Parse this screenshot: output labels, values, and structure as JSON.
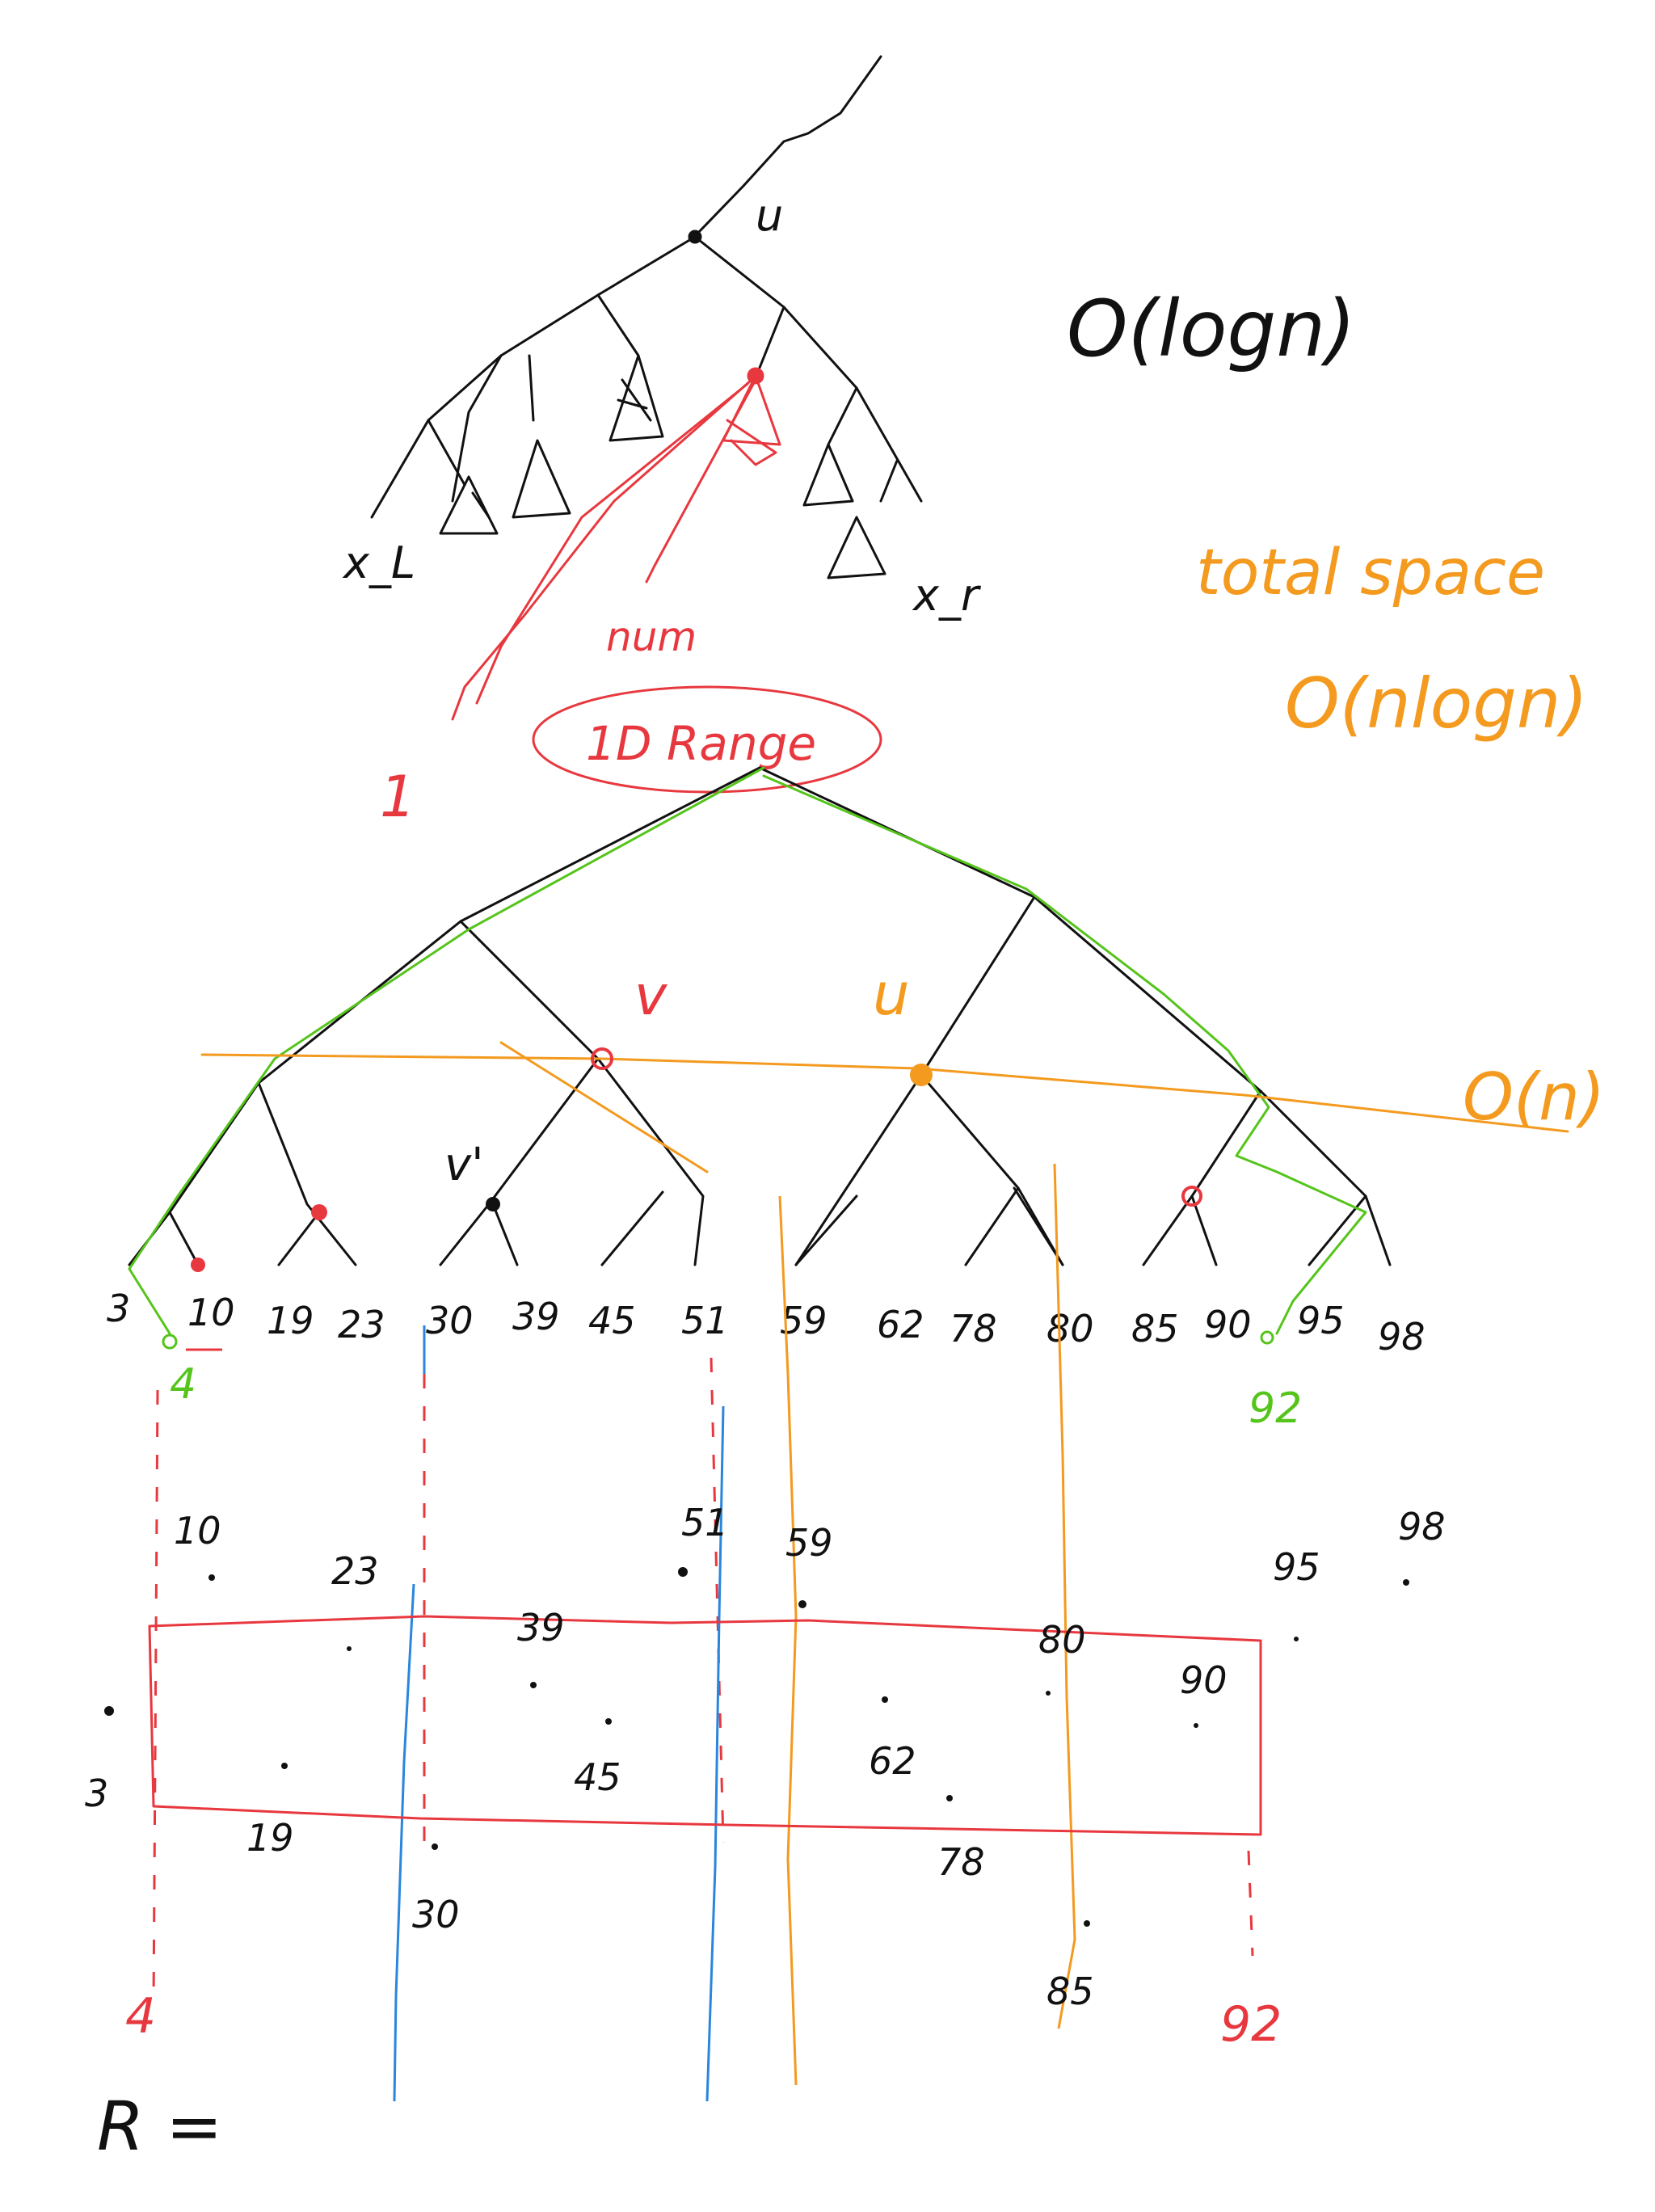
{
  "colors": {
    "black": "#111111",
    "red": "#e8383f",
    "orange": "#f39a1f",
    "green": "#55c41b",
    "blue": "#2a86dc"
  },
  "top_tree": {
    "root_label": "u",
    "left_label": "x_L",
    "right_label": "x_r",
    "num_label": "num",
    "one_label": "1",
    "range_label": "1D Range"
  },
  "annotations": {
    "complexity_log": "O(logn)",
    "total_space": "total space",
    "space_bound": "O(nlogn)",
    "linear": "O(n)",
    "node_v": "v",
    "node_u": "u",
    "node_v_prime": "v'"
  },
  "leaves": [
    "3",
    "10",
    "19",
    "23",
    "30",
    "39",
    "45",
    "51",
    "59",
    "62",
    "78",
    "80",
    "85",
    "90",
    "95",
    "98"
  ],
  "query": {
    "x_low": "4",
    "x_high": "92",
    "bottom_low": "4",
    "bottom_high": "92",
    "R_label": "R ="
  },
  "points": [
    "10",
    "23",
    "51",
    "59",
    "95",
    "98",
    "39",
    "80",
    "90",
    "3",
    "45",
    "62",
    "19",
    "78",
    "30",
    "85"
  ]
}
